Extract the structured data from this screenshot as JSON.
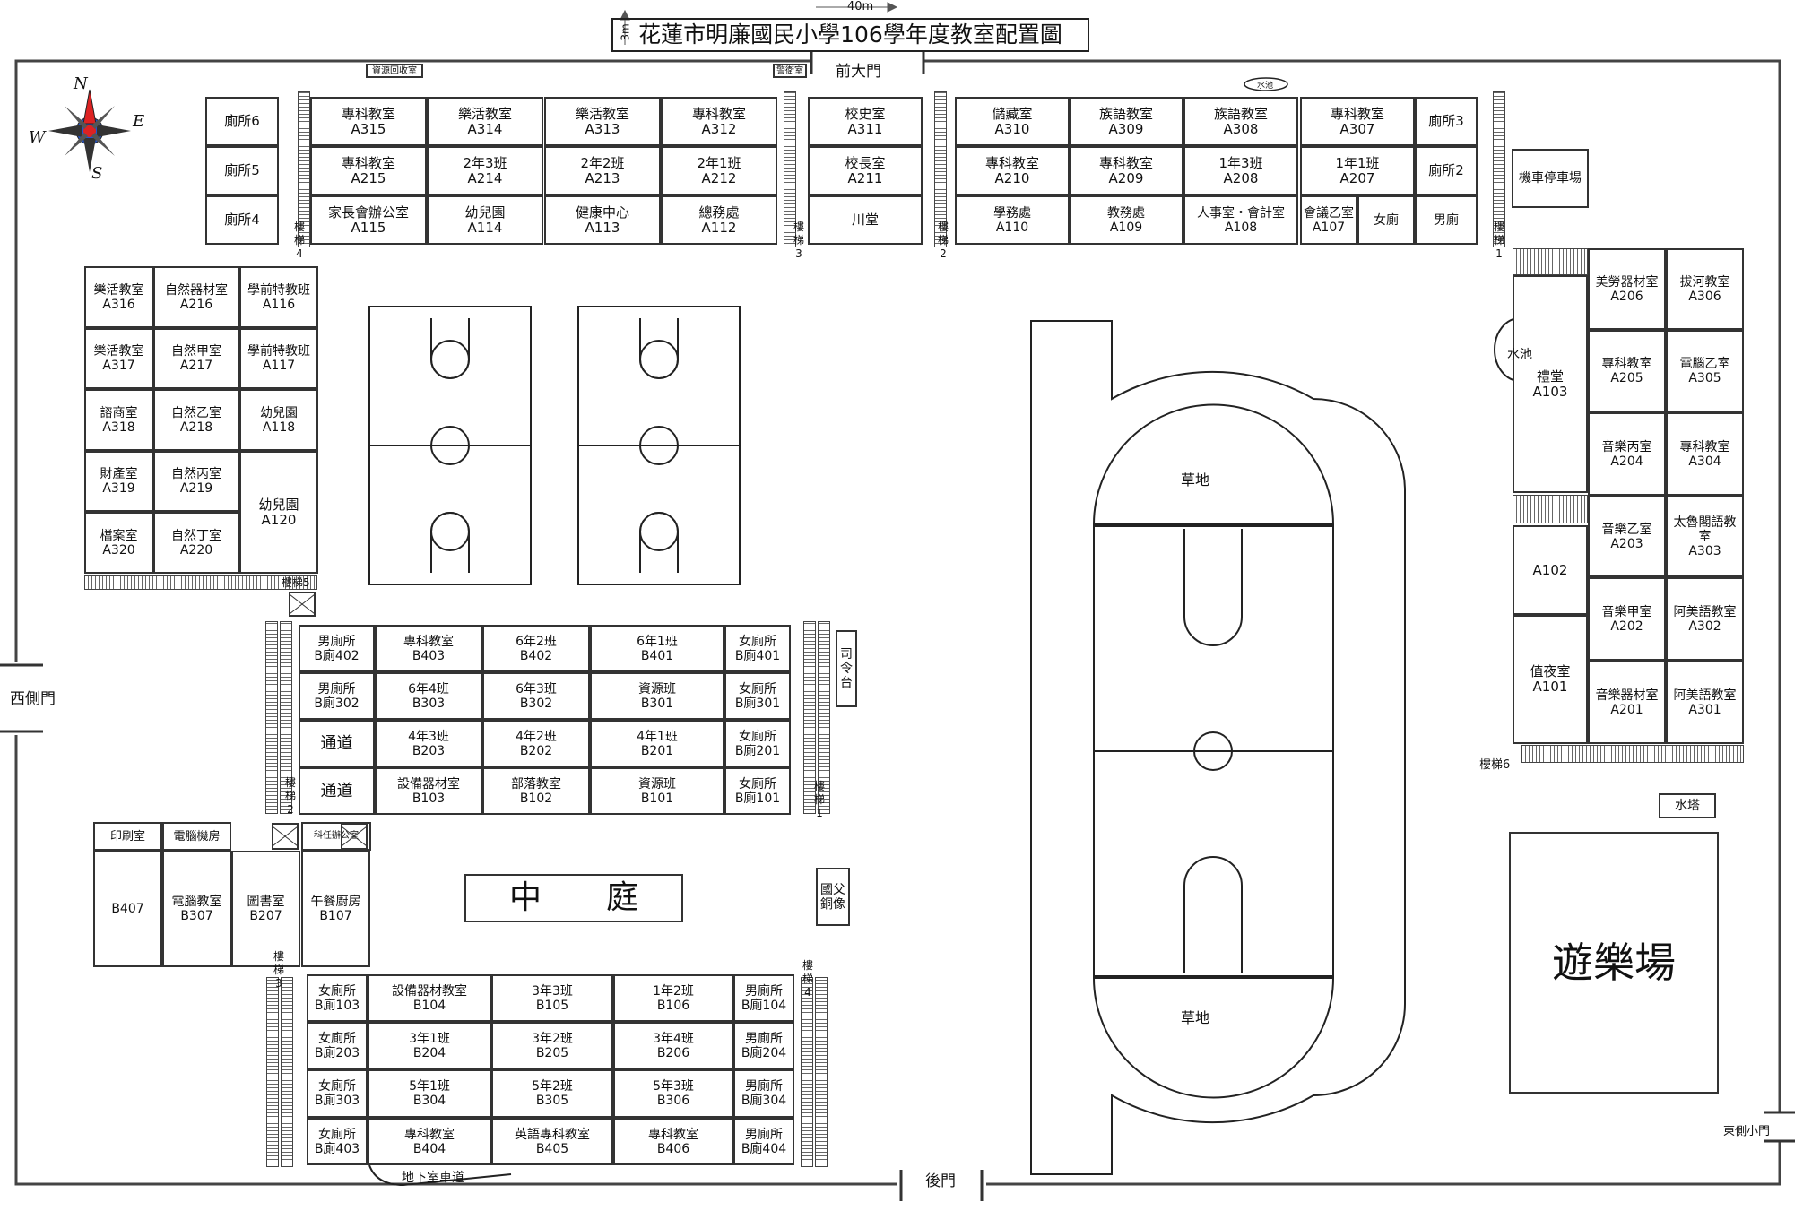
{
  "title": "花蓮市明廉國民小學106學年度教室配置圖",
  "scale": {
    "horizontal": "40m",
    "vertical": "3m"
  },
  "gates": {
    "front": "前大門",
    "back": "後門",
    "west": "西側門",
    "east": "東側小門"
  },
  "compass": {
    "n": "N",
    "s": "S",
    "e": "E",
    "w": "W"
  },
  "small_labels": {
    "resource": "資源回收室",
    "guard": "警衛室",
    "pond_top": "水池"
  },
  "stairs": {
    "s1": "樓梯1",
    "s2": "樓梯2",
    "s3": "樓梯3",
    "s4": "樓梯4",
    "s5": "樓梯5",
    "s6": "樓梯6"
  },
  "north_block": {
    "toilets_w": [
      "廁所6",
      "廁所5",
      "廁所4"
    ],
    "west_row1": [
      [
        "專科教室",
        "A315"
      ],
      [
        "樂活教室",
        "A314"
      ],
      [
        "樂活教室",
        "A313"
      ],
      [
        "專科教室",
        "A312"
      ]
    ],
    "west_row2": [
      [
        "專科教室",
        "A215"
      ],
      [
        "2年3班",
        "A214"
      ],
      [
        "2年2班",
        "A213"
      ],
      [
        "2年1班",
        "A212"
      ]
    ],
    "west_row3": [
      [
        "家長會辦公室",
        "A115"
      ],
      [
        "幼兒園",
        "A114"
      ],
      [
        "健康中心",
        "A113"
      ],
      [
        "總務處",
        "A112"
      ]
    ],
    "mid": [
      [
        "校史室",
        "A311"
      ],
      [
        "校長室",
        "A211"
      ],
      [
        "川堂",
        ""
      ]
    ],
    "east_row1": [
      [
        "儲藏室",
        "A310"
      ],
      [
        "族語教室",
        "A309"
      ],
      [
        "族語教室",
        "A308"
      ],
      [
        "專科教室",
        "A307"
      ]
    ],
    "east_row2": [
      [
        "專科教室",
        "A210"
      ],
      [
        "專科教室",
        "A209"
      ],
      [
        "1年3班",
        "A208"
      ],
      [
        "1年1班",
        "A207"
      ]
    ],
    "east_row3": [
      [
        "學務處",
        "A110"
      ],
      [
        "教務處",
        "A109"
      ],
      [
        "人事室・會計室",
        "A108"
      ],
      [
        "會議乙室",
        "A107"
      ],
      [
        "女廁",
        ""
      ],
      [
        "男廁",
        ""
      ]
    ],
    "toilets_e": [
      "廁所3",
      "廁所2"
    ]
  },
  "west_block": [
    [
      [
        "樂活教室",
        "A316"
      ],
      [
        "自然器材室",
        "A216"
      ],
      [
        "學前特教班",
        "A116"
      ]
    ],
    [
      [
        "樂活教室",
        "A317"
      ],
      [
        "自然甲室",
        "A217"
      ],
      [
        "學前特教班",
        "A117"
      ]
    ],
    [
      [
        "諮商室",
        "A318"
      ],
      [
        "自然乙室",
        "A218"
      ],
      [
        "幼兒園",
        "A118"
      ]
    ],
    [
      [
        "財產室",
        "A319"
      ],
      [
        "自然丙室",
        "A219"
      ],
      [
        "",
        ""
      ]
    ],
    [
      [
        "檔案室",
        "A320"
      ],
      [
        "自然丁室",
        "A220"
      ],
      [
        "",
        ""
      ]
    ]
  ],
  "west_block_tall": [
    "幼兒園",
    "A120"
  ],
  "east_block": {
    "scooter": "機車停車場",
    "pond": "水池",
    "hall": [
      "禮堂",
      "A103"
    ],
    "a102": "A102",
    "duty": [
      "值夜室",
      "A101"
    ],
    "col1": [
      [
        "美勞器材室",
        "A206"
      ],
      [
        "專科教室",
        "A205"
      ],
      [
        "音樂丙室",
        "A204"
      ],
      [
        "音樂乙室",
        "A203"
      ],
      [
        "音樂甲室",
        "A202"
      ],
      [
        "音樂器材室",
        "A201"
      ]
    ],
    "col2": [
      [
        "拔河教室",
        "A306"
      ],
      [
        "電腦乙室",
        "A305"
      ],
      [
        "專科教室",
        "A304"
      ],
      [
        "太魯閣語教室",
        "A303"
      ],
      [
        "阿美語教室",
        "A302"
      ],
      [
        "阿美語教室",
        "A301"
      ]
    ],
    "water_tower": "水塔",
    "playground": "遊樂場"
  },
  "b4_block": {
    "rows": [
      [
        [
          "男廁所",
          "B廁402"
        ],
        [
          "專科教室",
          "B403"
        ],
        [
          "6年2班",
          "B402"
        ],
        [
          "6年1班",
          "B401"
        ],
        [
          "女廁所",
          "B廁401"
        ]
      ],
      [
        [
          "男廁所",
          "B廁302"
        ],
        [
          "6年4班",
          "B303"
        ],
        [
          "6年3班",
          "B302"
        ],
        [
          "資源班",
          "B301"
        ],
        [
          "女廁所",
          "B廁301"
        ]
      ],
      [
        [
          "通道",
          ""
        ],
        [
          "4年3班",
          "B203"
        ],
        [
          "4年2班",
          "B202"
        ],
        [
          "4年1班",
          "B201"
        ],
        [
          "女廁所",
          "B廁201"
        ]
      ],
      [
        [
          "通道",
          ""
        ],
        [
          "設備器材室",
          "B103"
        ],
        [
          "部落教室",
          "B102"
        ],
        [
          "資源班",
          "B101"
        ],
        [
          "女廁所",
          "B廁101"
        ]
      ]
    ],
    "stage": "司令台"
  },
  "mid_west": {
    "top": [
      "印刷室",
      "電腦機房",
      "",
      ""
    ],
    "top_small": "科任辦公室",
    "rooms": [
      [
        "B407",
        ""
      ],
      [
        "電腦教室",
        "B307"
      ],
      [
        "圖書室",
        "B207"
      ],
      [
        "午餐廚房",
        "B107"
      ]
    ]
  },
  "courtyard": "中　　庭",
  "statue": "國父銅像",
  "b1_block": {
    "rows": [
      [
        [
          "女廁所",
          "B廁103"
        ],
        [
          "設備器材教室",
          "B104"
        ],
        [
          "3年3班",
          "B105"
        ],
        [
          "1年2班",
          "B106"
        ],
        [
          "男廁所",
          "B廁104"
        ]
      ],
      [
        [
          "女廁所",
          "B廁203"
        ],
        [
          "3年1班",
          "B204"
        ],
        [
          "3年2班",
          "B205"
        ],
        [
          "3年4班",
          "B206"
        ],
        [
          "男廁所",
          "B廁204"
        ]
      ],
      [
        [
          "女廁所",
          "B廁303"
        ],
        [
          "5年1班",
          "B304"
        ],
        [
          "5年2班",
          "B305"
        ],
        [
          "5年3班",
          "B306"
        ],
        [
          "男廁所",
          "B廁304"
        ]
      ],
      [
        [
          "女廁所",
          "B廁403"
        ],
        [
          "專科教室",
          "B404"
        ],
        [
          "英語專科教室",
          "B405"
        ],
        [
          "專科教室",
          "B406"
        ],
        [
          "男廁所",
          "B廁404"
        ]
      ]
    ],
    "ramp": "地下室車道"
  },
  "field": {
    "grass_n": "草地",
    "grass_s": "草地"
  }
}
